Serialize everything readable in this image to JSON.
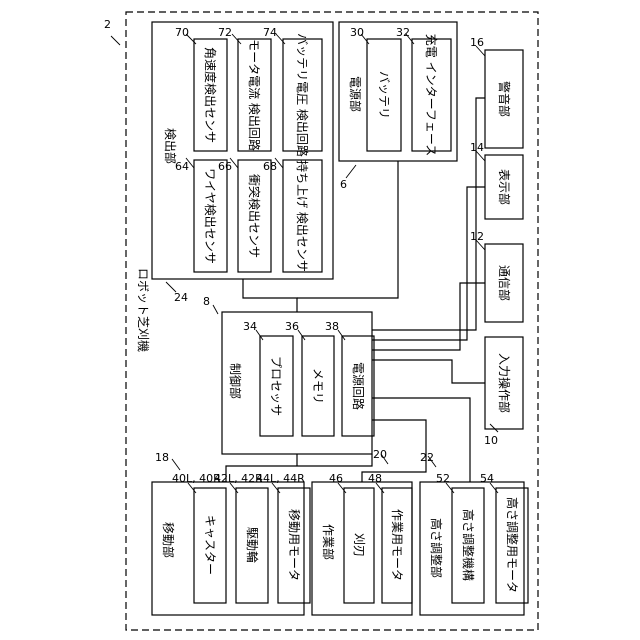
{
  "robot": {
    "label": "ロボット芝刈機",
    "ref": "2"
  },
  "detection": {
    "label": "検出部",
    "ref": "24",
    "sensors": [
      {
        "ref": "64",
        "label": "ワイヤ検出センサ"
      },
      {
        "ref": "66",
        "label": "衝突検出センサ"
      },
      {
        "ref": "68",
        "label": "持ち上げ 検出センサ"
      },
      {
        "ref": "70",
        "label": "角速度検出センサ"
      },
      {
        "ref": "72",
        "label": "モータ電流 検出回路"
      },
      {
        "ref": "74",
        "label": "バッテリ電圧 検出回路"
      }
    ]
  },
  "power": {
    "label": "電源部",
    "ref": "6",
    "items": [
      {
        "ref": "30",
        "label": "バッテリ"
      },
      {
        "ref": "32",
        "label": "充電 インターフェース"
      }
    ]
  },
  "alarm": {
    "ref": "16",
    "label": "警音部"
  },
  "display": {
    "ref": "14",
    "label": "表示部"
  },
  "comm": {
    "ref": "12",
    "label": "通信部"
  },
  "input": {
    "ref": "10",
    "label": "入力操作部"
  },
  "control": {
    "label": "制御部",
    "ref": "8",
    "items": [
      {
        "ref": "34",
        "label": "プロセッサ"
      },
      {
        "ref": "36",
        "label": "メモリ"
      },
      {
        "ref": "38",
        "label": "電源回路"
      }
    ]
  },
  "moving": {
    "label": "移動部",
    "ref": "18",
    "items": [
      {
        "ref": "40L, 40R",
        "label": "キャスター"
      },
      {
        "ref": "42L, 42R",
        "label": "駆動輪"
      },
      {
        "ref": "44L, 44R",
        "label": "移動用モータ"
      }
    ]
  },
  "work": {
    "label": "作業部",
    "ref": "20",
    "items": [
      {
        "ref": "46",
        "label": "刈刃"
      },
      {
        "ref": "48",
        "label": "作業用モータ"
      }
    ]
  },
  "height": {
    "label": "高さ調整部",
    "ref": "22",
    "items": [
      {
        "ref": "52",
        "label": "高さ調整機構"
      },
      {
        "ref": "54",
        "label": "高さ調整用モータ"
      }
    ]
  }
}
